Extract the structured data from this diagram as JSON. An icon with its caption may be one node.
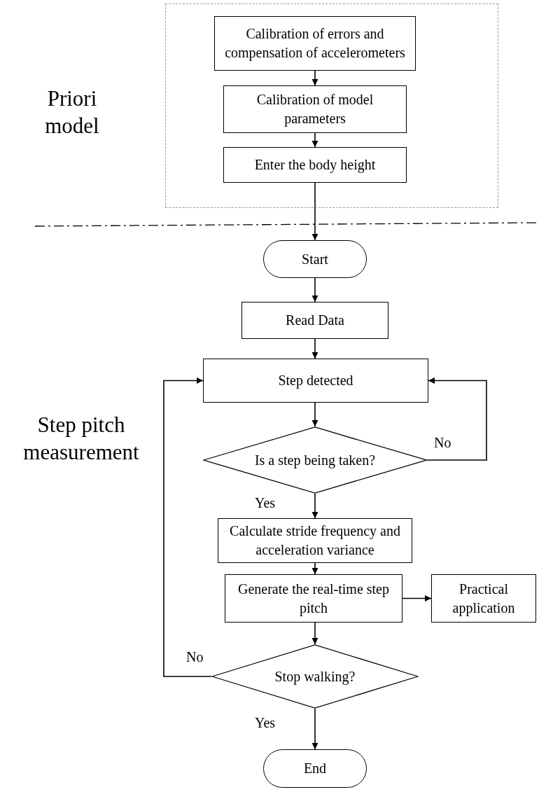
{
  "diagram": {
    "nodes": [
      {
        "text": [],
        "shape": "box"
      },
      {
        "text": [
          "Calibration of errors and compensation of accelerometers"
        ],
        "in": 0
      },
      {
        "text": [
          "Calibration of model parameters"
        ],
        "in": 0
      },
      {
        "text": [
          "Enter the body height"
        ],
        "in": 0
      },
      {
        "text": [
          "Start"
        ]
      },
      {
        "text": [
          "Read Data"
        ]
      },
      {
        "text": [
          "Step detected"
        ]
      },
      {
        "text": [
          "Is a step being taken?"
        ]
      },
      {
        "text": [
          "Calculate stride frequency and acceleration variance"
        ]
      },
      {
        "text": [
          "Generate the real-time step pitch"
        ]
      },
      {
        "text": [
          "Practical application"
        ]
      },
      {
        "text": [
          "Stop walking?"
        ]
      },
      {
        "text": [
          "End"
        ]
      }
    ],
    "edges": [
      {
        "from": 1,
        "to": 2,
        "arrow": "to"
      },
      {
        "from": 2,
        "to": 3,
        "arrow": "to"
      },
      {
        "from": 3,
        "to": 4,
        "arrow": "to"
      },
      {
        "from": 4,
        "to": 5,
        "arrow": "to"
      },
      {
        "from": 5,
        "to": 6,
        "arrow": "to"
      },
      {
        "from": 6,
        "to": 7,
        "arrow": "to"
      },
      {
        "from": 7,
        "to": 6,
        "arrow": "to",
        "label": "No"
      },
      {
        "from": 7,
        "to": 8,
        "arrow": "to",
        "label": "Yes"
      },
      {
        "from": 8,
        "to": 9,
        "arrow": "to"
      },
      {
        "from": 9,
        "to": 10,
        "arrow": "to"
      },
      {
        "from": 9,
        "to": 11,
        "arrow": "to"
      },
      {
        "from": 11,
        "to": 6,
        "arrow": "to",
        "label": "No"
      },
      {
        "from": 11,
        "to": 12,
        "arrow": "to",
        "label": "Yes"
      }
    ],
    "labels": [
      "Priori model",
      "Step pitch measurement"
    ]
  }
}
